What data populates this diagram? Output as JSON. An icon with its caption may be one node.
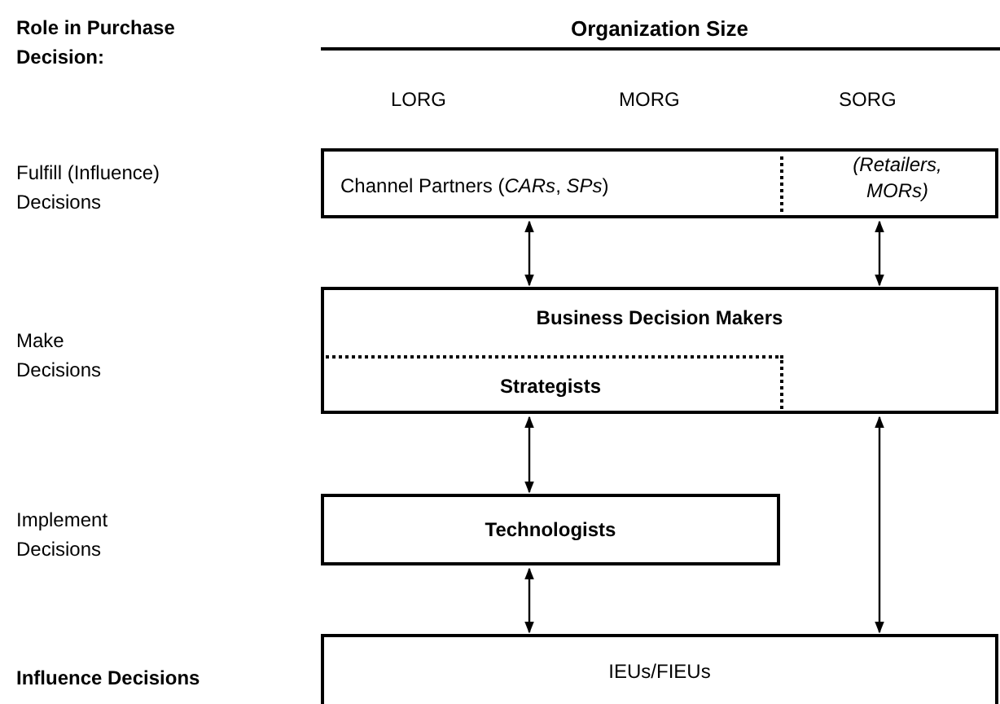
{
  "diagram": {
    "title": "Organization Size",
    "nodes": [
      {
        "text": [
          "Channel Partners (*CARs*, *SPs*)"
        ]
      },
      {
        "text": [
          "(Retailers, MORs)"
        ],
        "in": 0
      },
      {
        "text": [
          "Business Decision Makers"
        ]
      },
      {
        "text": [
          "Strategists"
        ],
        "in": 2
      },
      {
        "text": [
          "Technologists"
        ]
      },
      {
        "text": [
          "IEUs/FIEUs"
        ]
      }
    ],
    "edges": [
      {
        "from": 0,
        "to": 2,
        "arrow": "both"
      },
      {
        "from": 1,
        "to": 2,
        "arrow": "both"
      },
      {
        "from": 3,
        "to": 4,
        "arrow": "both"
      },
      {
        "from": 4,
        "to": 5,
        "arrow": "both"
      },
      {
        "from": 2,
        "to": 5,
        "arrow": "both"
      }
    ],
    "labels": [
      "Role in Purchase Decision:",
      "LORG",
      "MORG",
      "SORG",
      "Fulfill (Influence) Decisions",
      "Make Decisions",
      "Implement Decisions",
      "Influence Decisions"
    ]
  }
}
